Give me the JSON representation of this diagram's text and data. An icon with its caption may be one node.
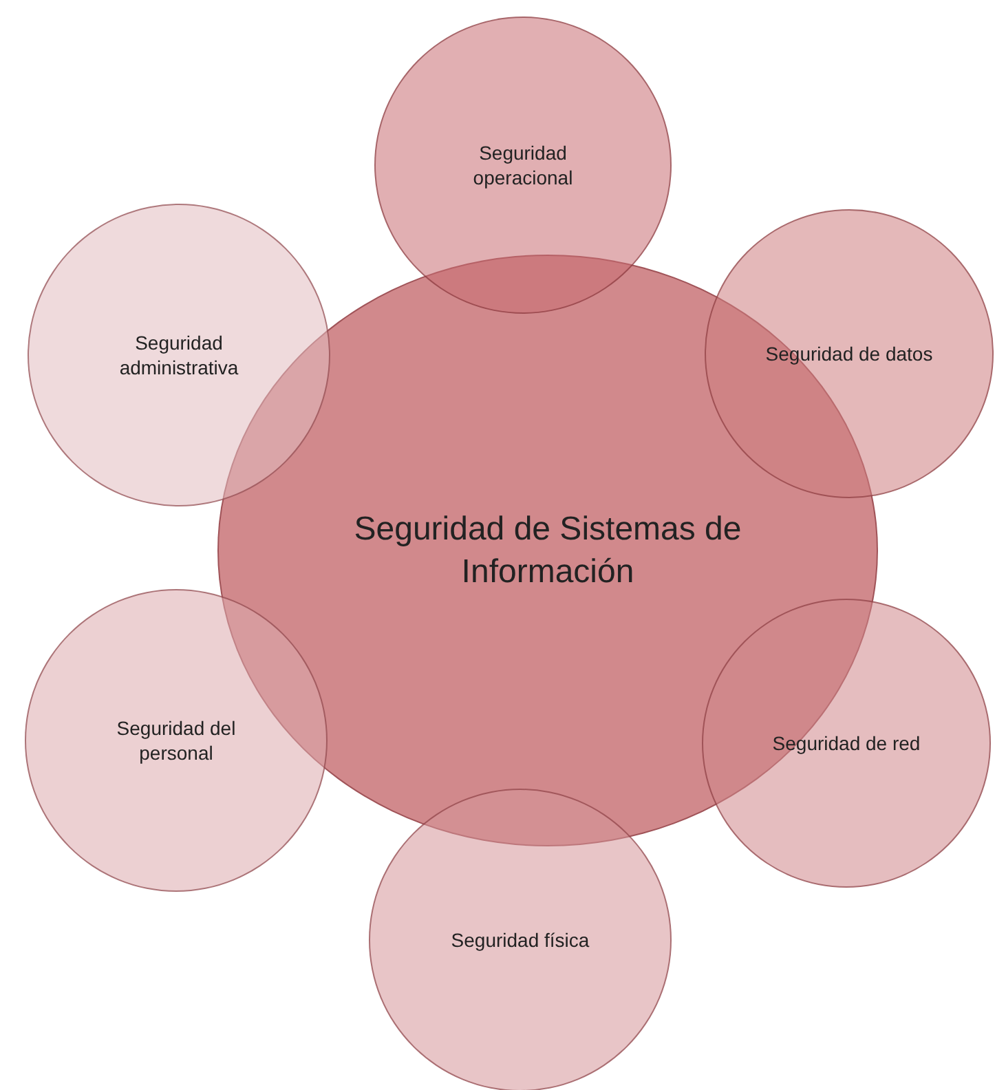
{
  "diagram": {
    "nodes": [
      {
        "text": [
          "Seguridad de Sistemas de Información"
        ]
      },
      {
        "text": [
          "Seguridad operacional"
        ]
      },
      {
        "text": [
          "Seguridad de datos"
        ]
      },
      {
        "text": [
          "Seguridad de red"
        ]
      },
      {
        "text": [
          "Seguridad física"
        ]
      },
      {
        "text": [
          "Seguridad del personal"
        ]
      },
      {
        "text": [
          "Seguridad administrativa"
        ]
      }
    ]
  }
}
